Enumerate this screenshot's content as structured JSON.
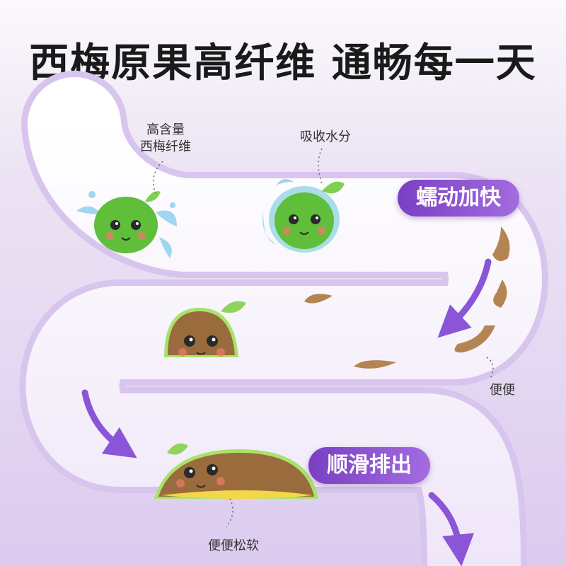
{
  "headline": "西梅原果高纤维  通畅每一天",
  "annotations": {
    "fiber_line1": "高含量",
    "fiber_line2": "西梅纤维",
    "absorb": "吸收水分",
    "stool": "便便",
    "soft_stool": "便便松软"
  },
  "badges": {
    "peristalsis": "蠕动加快",
    "smooth_exit": "顺滑排出"
  },
  "colors": {
    "headline": "#1a1a1a",
    "tube": "#ffffff",
    "tube_shade": "#d9c4ef",
    "arrow": "#8a55d6",
    "badge": "#8448cc",
    "prune_green": "#5fbe3a",
    "stool_brown": "#b48552",
    "water": "#8fd0ee"
  },
  "icons": [
    "water-splash-icon",
    "prune-character-icon",
    "leaf-icon",
    "flow-arrow-icon"
  ]
}
